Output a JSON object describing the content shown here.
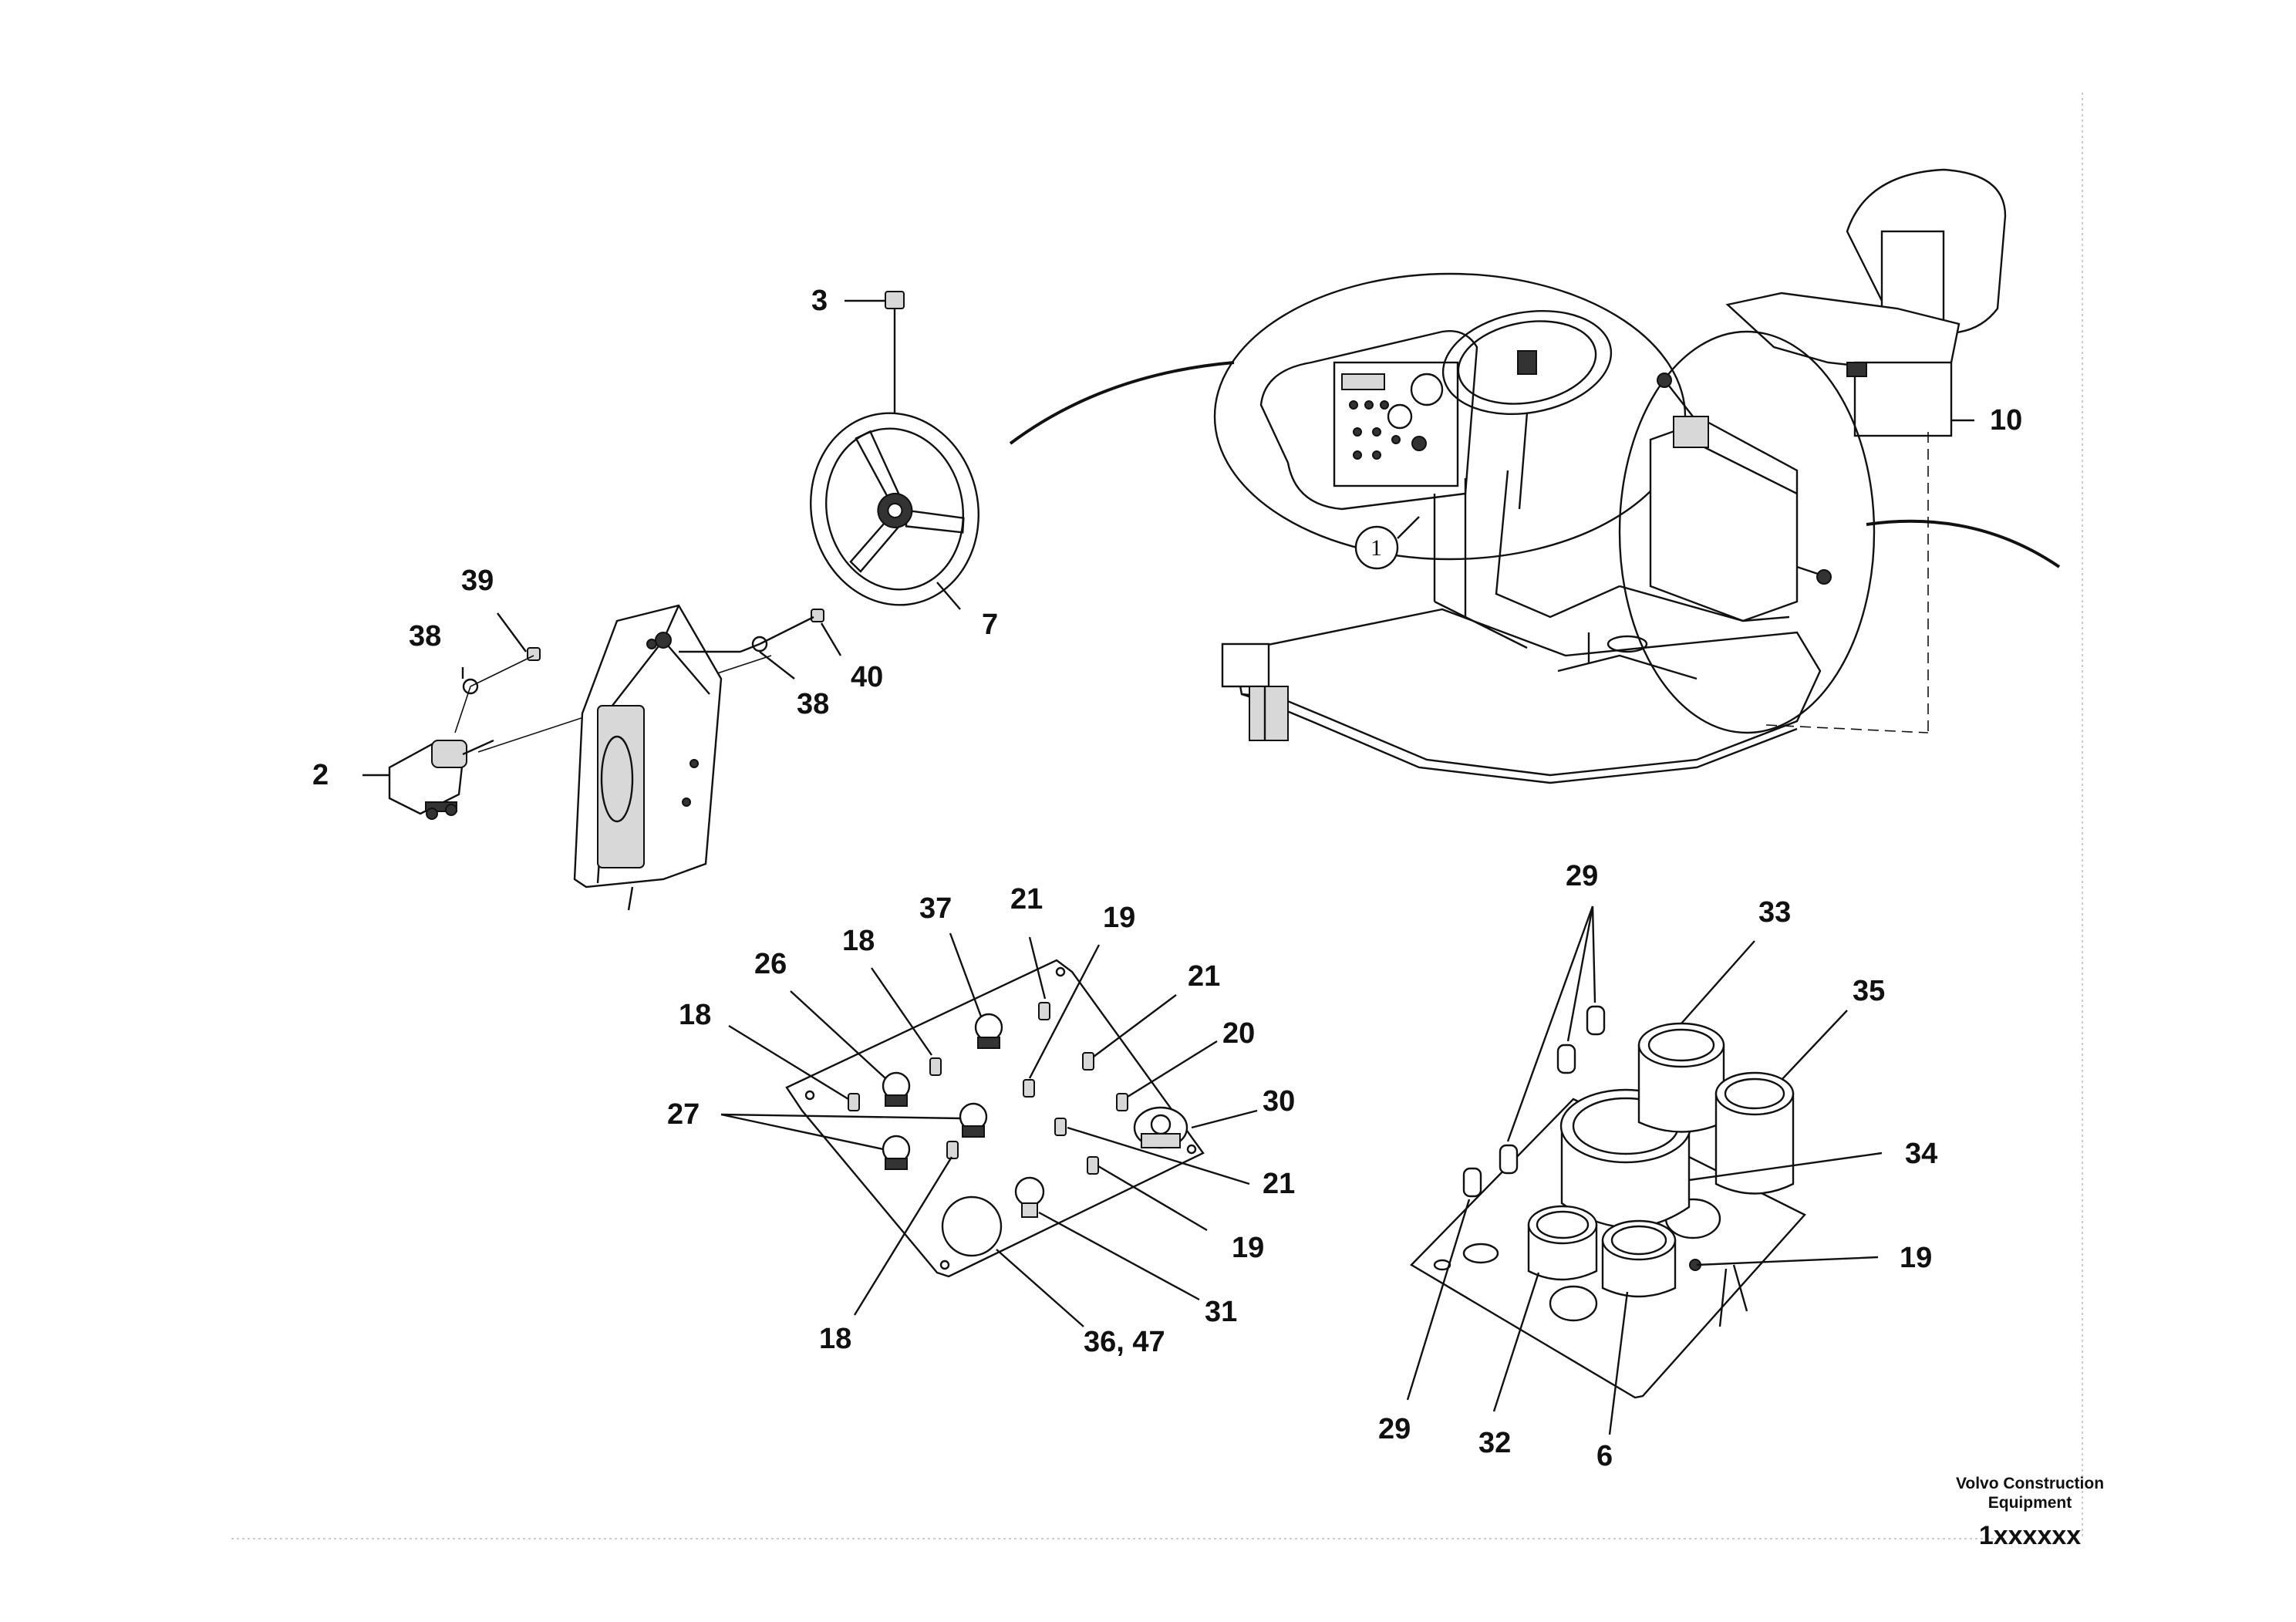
{
  "diagram": {
    "callouts": {
      "c3": "3",
      "c7": "7",
      "c39": "39",
      "c38a": "38",
      "c38b": "38",
      "c40": "40",
      "c2": "2",
      "c10": "10",
      "p_21a": "21",
      "p_37": "37",
      "p_19a": "19",
      "p_18a": "18",
      "p_26": "26",
      "p_21b": "21",
      "p_18b": "18",
      "p_20": "20",
      "p_27": "27",
      "p_30": "30",
      "p_21c": "21",
      "p_19b": "19",
      "p_31": "31",
      "p_18c": "18",
      "p_3647": "36, 47",
      "g_29a": "29",
      "g_33": "33",
      "g_35": "35",
      "g_34": "34",
      "g_19": "19",
      "g_29b": "29",
      "g_32": "32",
      "g_6": "6"
    },
    "detail_marker": "1"
  },
  "title_block": {
    "brand_line1": "Volvo Construction",
    "brand_line2": "Equipment",
    "drawing_number": "1xxxxxx"
  }
}
